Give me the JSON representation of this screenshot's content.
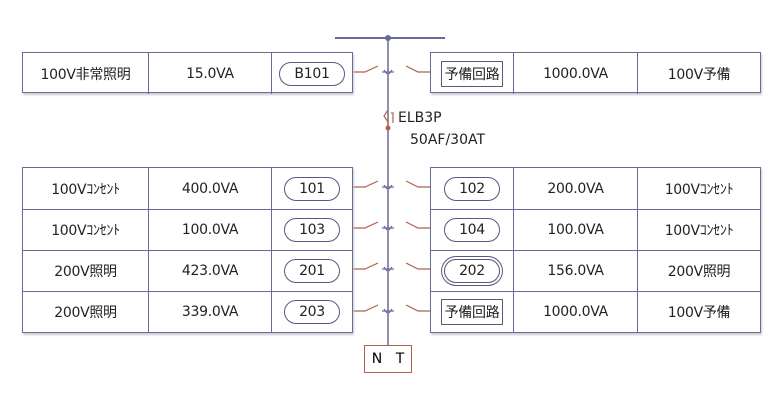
{
  "breaker": {
    "name": "ELB3P",
    "rating": "50AF/30AT"
  },
  "terminal": {
    "n": "N",
    "t": "T"
  },
  "top": {
    "left": {
      "use": "100V非常照明",
      "load": "15.0VA",
      "circuit": "B101",
      "style": "pill"
    },
    "right": {
      "use": "100V予備",
      "load": "1000.0VA",
      "circuit": "予備回路",
      "style": "box"
    }
  },
  "rows": [
    {
      "left": {
        "use": "100Vｺﾝｾﾝﾄ",
        "load": "400.0VA",
        "circuit": "101"
      },
      "right": {
        "circuit": "102",
        "load": "200.0VA",
        "use": "100Vｺﾝｾﾝﾄ"
      }
    },
    {
      "left": {
        "use": "100Vｺﾝｾﾝﾄ",
        "load": "100.0VA",
        "circuit": "103"
      },
      "right": {
        "circuit": "104",
        "load": "100.0VA",
        "use": "100Vｺﾝｾﾝﾄ"
      }
    },
    {
      "left": {
        "use": "200V照明",
        "load": "423.0VA",
        "circuit": "201"
      },
      "right": {
        "circuit": "202",
        "load": "156.0VA",
        "use": "200V照明"
      }
    },
    {
      "left": {
        "use": "200V照明",
        "load": "339.0VA",
        "circuit": "203"
      },
      "right": {
        "circuit": "予備回路",
        "load": "1000.0VA",
        "use": "100V予備"
      }
    }
  ],
  "colors": {
    "line": "#6a6a9a",
    "switch": "#b0604a"
  }
}
